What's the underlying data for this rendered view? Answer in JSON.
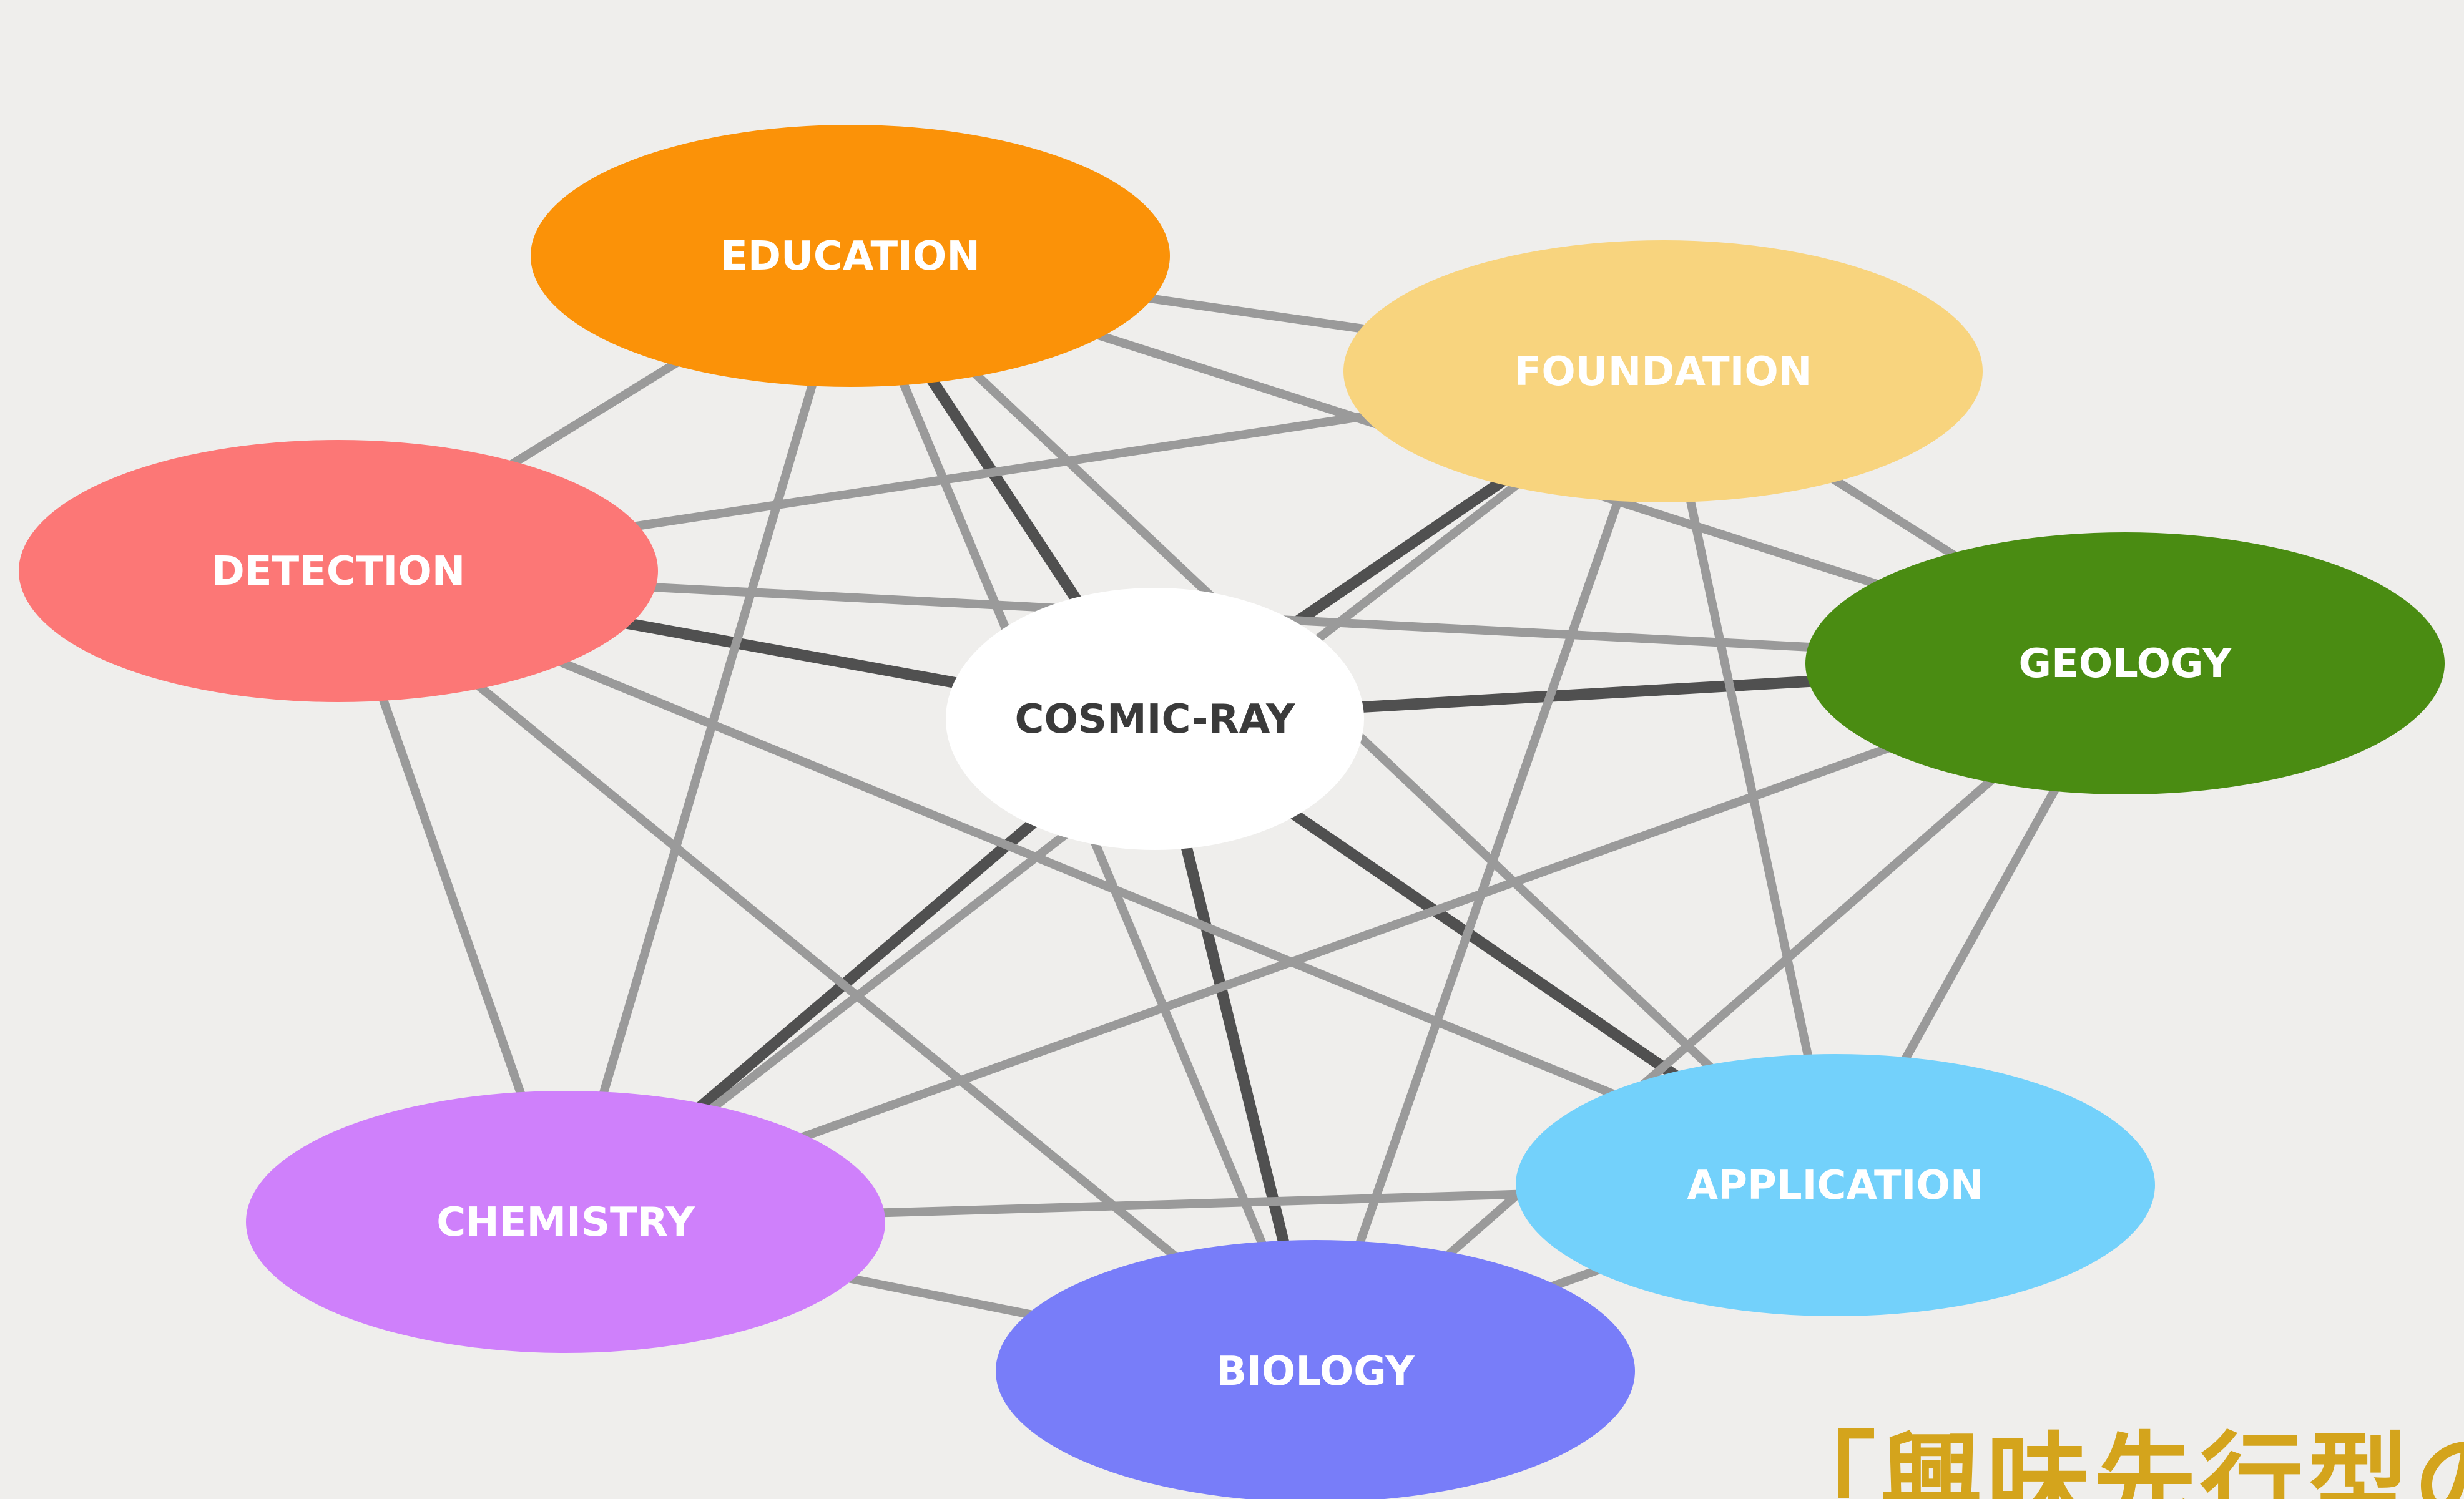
{
  "nodes": [
    {
      "id": "education",
      "label": "EDUCATION",
      "color": "#fb9208",
      "text_color": "#ffffff"
    },
    {
      "id": "foundation",
      "label": "FOUNDATION",
      "color": "#f8d47e",
      "text_color": "#ffffff"
    },
    {
      "id": "detection",
      "label": "DETECTION",
      "color": "#fc7776",
      "text_color": "#ffffff"
    },
    {
      "id": "cosmic-ray",
      "label": "COSMIC-RAY",
      "color": "#ffffff",
      "text_color": "#3a3a3a"
    },
    {
      "id": "geology",
      "label": "GEOLOGY",
      "color": "#4a8c12",
      "text_color": "#ffffff"
    },
    {
      "id": "chemistry",
      "label": "CHEMISTRY",
      "color": "#cf80fb",
      "text_color": "#ffffff"
    },
    {
      "id": "application",
      "label": "APPLICATION",
      "color": "#73d1fb",
      "text_color": "#ffffff"
    },
    {
      "id": "biology",
      "label": "BIOLOGY",
      "color": "#787df9",
      "text_color": "#ffffff"
    }
  ],
  "edges": [
    {
      "from": "cosmic-ray",
      "to": "education",
      "strong": true
    },
    {
      "from": "cosmic-ray",
      "to": "foundation",
      "strong": true
    },
    {
      "from": "cosmic-ray",
      "to": "detection",
      "strong": true
    },
    {
      "from": "cosmic-ray",
      "to": "geology",
      "strong": true
    },
    {
      "from": "cosmic-ray",
      "to": "chemistry",
      "strong": true
    },
    {
      "from": "cosmic-ray",
      "to": "application",
      "strong": true
    },
    {
      "from": "cosmic-ray",
      "to": "biology",
      "strong": true
    },
    {
      "from": "education",
      "to": "foundation",
      "strong": false
    },
    {
      "from": "education",
      "to": "detection",
      "strong": false
    },
    {
      "from": "education",
      "to": "geology",
      "strong": false
    },
    {
      "from": "education",
      "to": "application",
      "strong": false
    },
    {
      "from": "education",
      "to": "chemistry",
      "strong": false
    },
    {
      "from": "education",
      "to": "biology",
      "strong": false
    },
    {
      "from": "foundation",
      "to": "detection",
      "strong": false
    },
    {
      "from": "foundation",
      "to": "geology",
      "strong": false
    },
    {
      "from": "foundation",
      "to": "chemistry",
      "strong": false
    },
    {
      "from": "foundation",
      "to": "biology",
      "strong": false
    },
    {
      "from": "foundation",
      "to": "application",
      "strong": false
    },
    {
      "from": "detection",
      "to": "geology",
      "strong": false
    },
    {
      "from": "detection",
      "to": "chemistry",
      "strong": false
    },
    {
      "from": "detection",
      "to": "application",
      "strong": false
    },
    {
      "from": "detection",
      "to": "biology",
      "strong": false
    },
    {
      "from": "geology",
      "to": "chemistry",
      "strong": false
    },
    {
      "from": "geology",
      "to": "biology",
      "strong": false
    },
    {
      "from": "geology",
      "to": "application",
      "strong": false
    },
    {
      "from": "chemistry",
      "to": "biology",
      "strong": false
    },
    {
      "from": "chemistry",
      "to": "application",
      "strong": false
    },
    {
      "from": "biology",
      "to": "application",
      "strong": false
    }
  ],
  "edge_colors": {
    "strong": "#505050",
    "weak": "#9a9a9a"
  },
  "caption": "「興味先行型の"
}
